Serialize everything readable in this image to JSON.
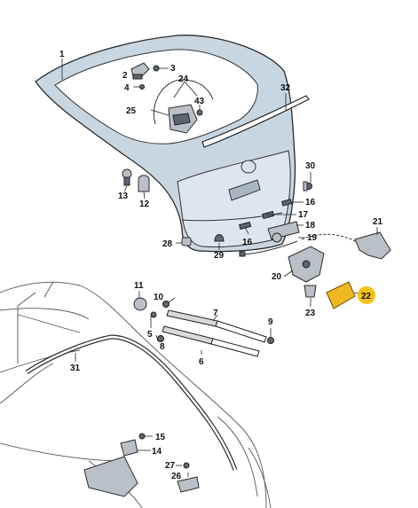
{
  "colors": {
    "tailgate": "#c8d6e2",
    "highlight_part": "#f0b820",
    "highlight_circle": "#f3c21b",
    "line": "#2a2a2a"
  },
  "labels": {
    "p1": "1",
    "p2": "2",
    "p3": "3",
    "p4": "4",
    "p5": "5",
    "p6": "6",
    "p7": "7",
    "p8": "8",
    "p9": "9",
    "p10": "10",
    "p11": "11",
    "p12": "12",
    "p13": "13",
    "p14": "14",
    "p15": "15",
    "p16a": "16",
    "p16b": "16",
    "p17": "17",
    "p18": "18",
    "p19": "19",
    "p20": "20",
    "p21": "21",
    "p22": "22",
    "p23": "23",
    "p24": "24",
    "p25": "25",
    "p26": "26",
    "p27": "27",
    "p28": "28",
    "p29": "29",
    "p30": "30",
    "p31": "31",
    "p32": "32",
    "p43": "43"
  }
}
